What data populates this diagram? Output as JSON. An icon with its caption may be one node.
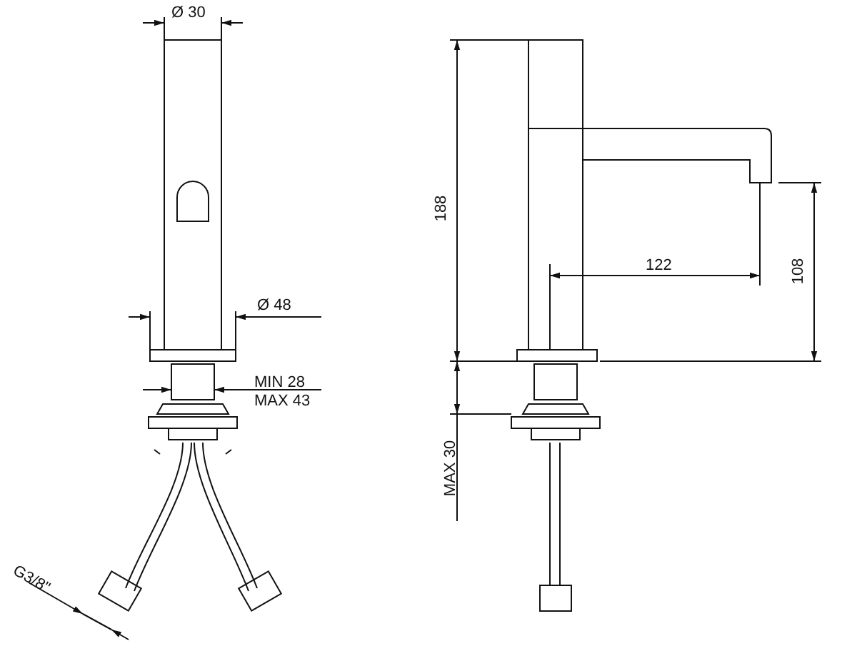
{
  "diagram": {
    "labels": [
      "Ø 30",
      "188",
      "122",
      "108",
      "Ø 48",
      "MIN 28",
      "MAX 43",
      "MAX 30",
      "G3/8\""
    ]
  }
}
